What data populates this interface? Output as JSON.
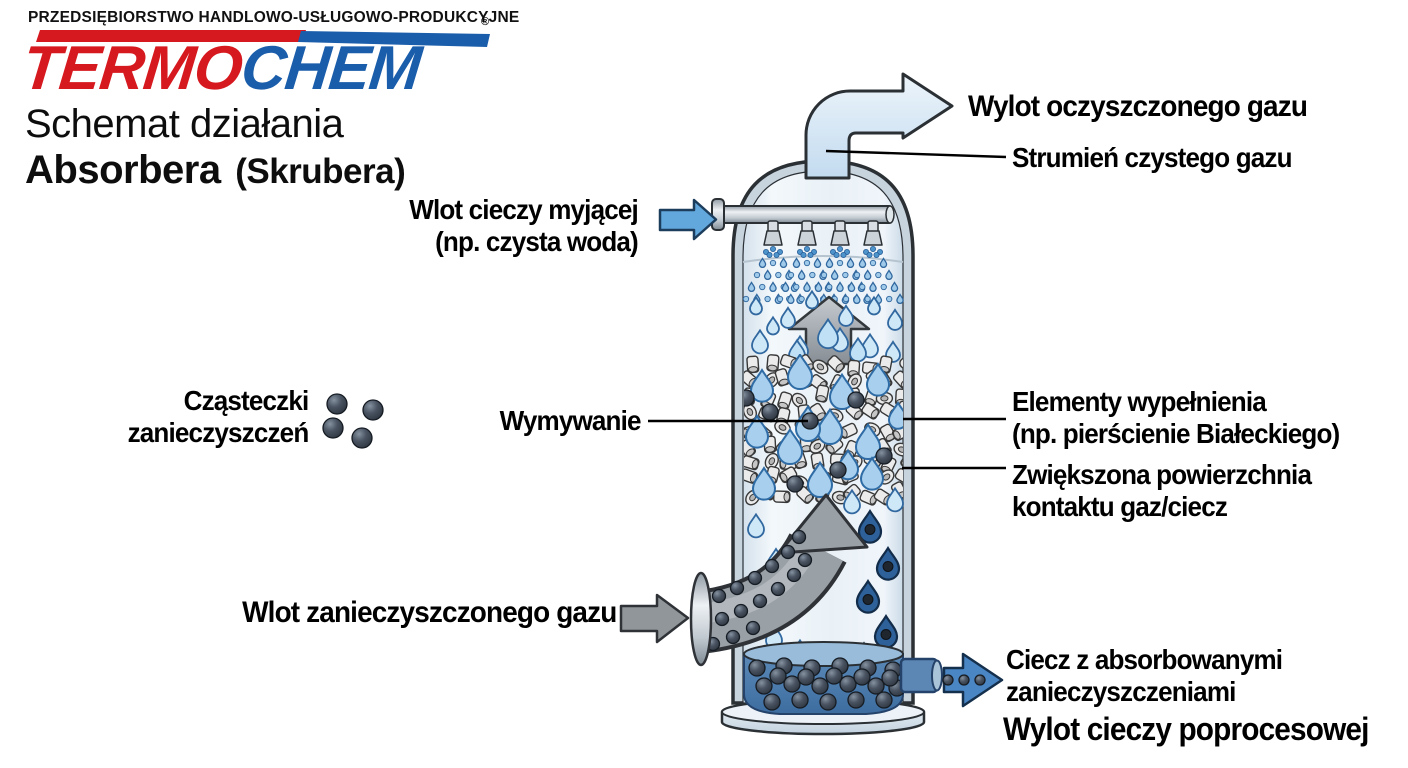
{
  "header": {
    "company_line": "PRZEDSIĘBIORSTWO HANDLOWO-USŁUGOWO-PRODUKCYJNE",
    "registered": "®",
    "brand": {
      "part1": "TERMO",
      "part2": "CHEM"
    },
    "title_line1": "Schemat działania",
    "title_line2_bold": "Absorbera",
    "title_line2_normal": "(Skrubera)"
  },
  "labels": {
    "gas_outlet": "Wylot oczyszczonego gazu",
    "clean_gas_stream": "Strumień czystego gazu",
    "wash_liquid_inlet_line1": "Wlot cieczy myjącej",
    "wash_liquid_inlet_line2": "(np. czysta woda)",
    "contaminant_particles_line1": "Cząsteczki",
    "contaminant_particles_line2": "zanieczyszczeń",
    "washing_out": "Wymywanie",
    "packing_elements_line1": "Elementy wypełnienia",
    "packing_elements_line2": "(np. pierścienie Białeckiego)",
    "contact_surface_line1": "Zwiększona powierzchnia",
    "contact_surface_line2": "kontaktu gaz/ciecz",
    "dirty_gas_inlet": "Wlot zanieczyszczonego gazu",
    "absorbed_liquid_line1": "Ciecz z absorbowanymi",
    "absorbed_liquid_line2": "zanieczyszczeniami",
    "process_liquid_outlet": "Wylot cieczy poprocesowej"
  },
  "colors": {
    "brand_red": "#d6191f",
    "brand_blue": "#1a5dab",
    "clean_gas_arrow": "#d9e8f6",
    "wash_liquid_arrow": "#62a8dc",
    "dirty_gas_arrow": "#909699",
    "process_liquid_arrow": "#4a86c4",
    "liquid_pool": "#4878ab",
    "particle_dark": "#39424c",
    "droplet_light": "#c9e4f6",
    "packing_ring": "#ebebeb"
  }
}
